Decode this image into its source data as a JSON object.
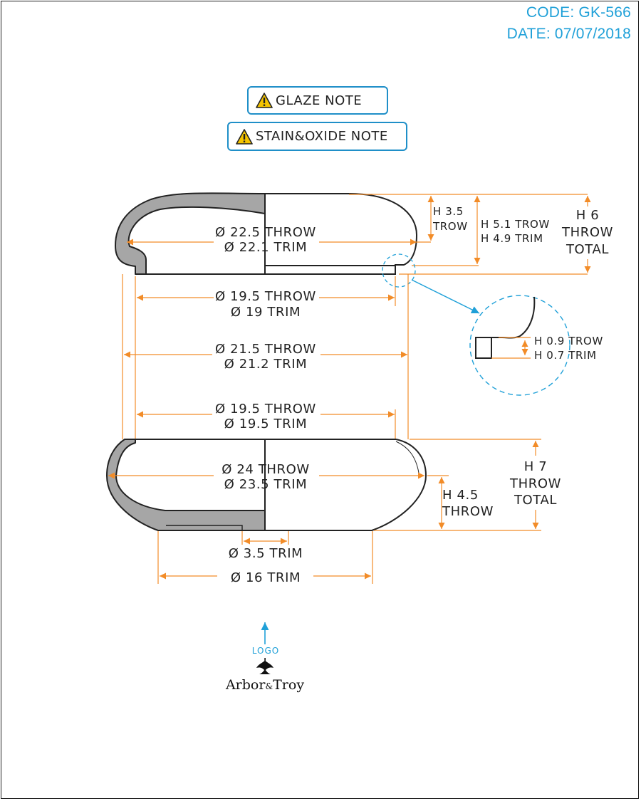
{
  "header": {
    "code": "CODE: GK-566",
    "date": "DATE: 07/07/2018"
  },
  "notes": {
    "glaze": "GLAZE NOTE",
    "stain": "STAIN&OXIDE NOTE"
  },
  "lid": {
    "dia_throw": "Ø 22.5 THROW",
    "dia_trim": "Ø 22.1 TRIM",
    "inner_throw": "Ø 19.5 THROW",
    "inner_trim": "Ø 19 TRIM",
    "h_small_1": "H 3.5",
    "h_small_2": "TROW",
    "h_mid_1": "H 5.1 TROW",
    "h_mid_2": "H 4.9 TRIM",
    "h_total_1": "H 6",
    "h_total_2": "THROW",
    "h_total_3": "TOTAL"
  },
  "detail": {
    "h_throw": "H 0.9 TROW",
    "h_trim": "H 0.7 TRIM"
  },
  "middle": {
    "dia_throw": "Ø 21.5 THROW",
    "dia_trim": "Ø 21.2 TRIM",
    "rim_throw": "Ø 19.5 THROW",
    "rim_trim": "Ø 19.5 TRIM"
  },
  "bowl": {
    "dia_throw": "Ø 24 THROW",
    "dia_trim": "Ø 23.5 TRIM",
    "h_1": "H 4.5",
    "h_2": "THROW",
    "h_total_1": "H 7",
    "h_total_2": "THROW",
    "h_total_3": "TOTAL",
    "hole_trim": "Ø 3.5 TRIM",
    "base_trim": "Ø 16 TRIM"
  },
  "logo": {
    "label": "LOGO",
    "brand_main": "Arbor",
    "brand_amp": "&",
    "brand_end": "Troy"
  },
  "colors": {
    "dimension": "#f28c28",
    "accent": "#1fa0d8",
    "section_fill": "#a6a6a6",
    "outline": "#222222"
  }
}
